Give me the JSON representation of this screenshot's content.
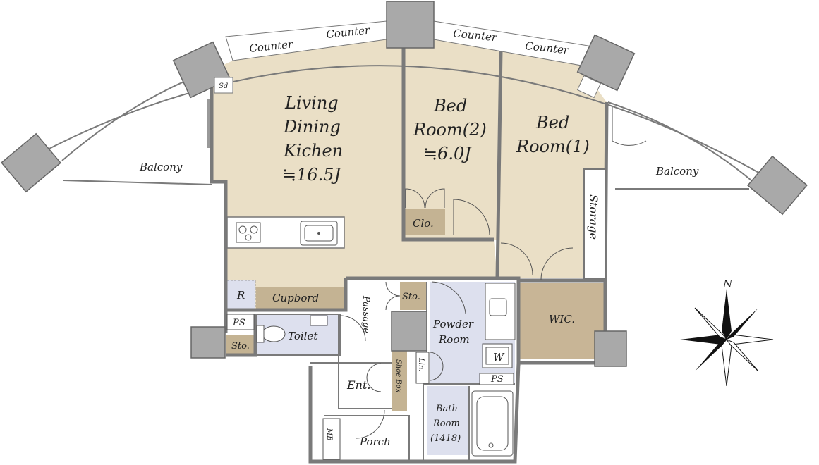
{
  "rooms": {
    "ldk": {
      "line1": "Living",
      "line2": "Dining",
      "line3": "Kichen",
      "size": "≒16.5J"
    },
    "bed2": {
      "line1": "Bed",
      "line2": "Room(2)",
      "size": "≒6.0J"
    },
    "bed1": {
      "line1": "Bed",
      "line2": "Room(1)"
    },
    "balcony_left": "Balcony",
    "balcony_right": "Balcony",
    "storage": "Storage",
    "closet": "Clo.",
    "wic": "WIC.",
    "cupboard": "Cupbord",
    "refrigerator": "R",
    "ps_top": "PS",
    "ps_bottom": "PS",
    "sto_left": "Sto.",
    "sto_center": "Sto.",
    "toilet": "Toilet",
    "passage": "Passage",
    "powder": {
      "line1": "Powder",
      "line2": "Room"
    },
    "washer": "W",
    "linen": "Lin.",
    "shoe_box": "Shoe Box",
    "entrance": "Ent.",
    "bath": {
      "line1": "Bath",
      "line2": "Room",
      "line3": "(1418)"
    },
    "porch": "Porch",
    "mb": "MB",
    "sd": "Sd"
  },
  "counters": [
    "Counter",
    "Counter",
    "Counter",
    "Counter"
  ],
  "compass": {
    "label": "N"
  },
  "colors": {
    "floor_beige": "#eadfc6",
    "wet_area": "#dde0ee",
    "storage_brown": "#c4b393",
    "wic_brown": "#c8b596",
    "pillar": "#a9a9a9",
    "wall": "#7a7a7a"
  }
}
